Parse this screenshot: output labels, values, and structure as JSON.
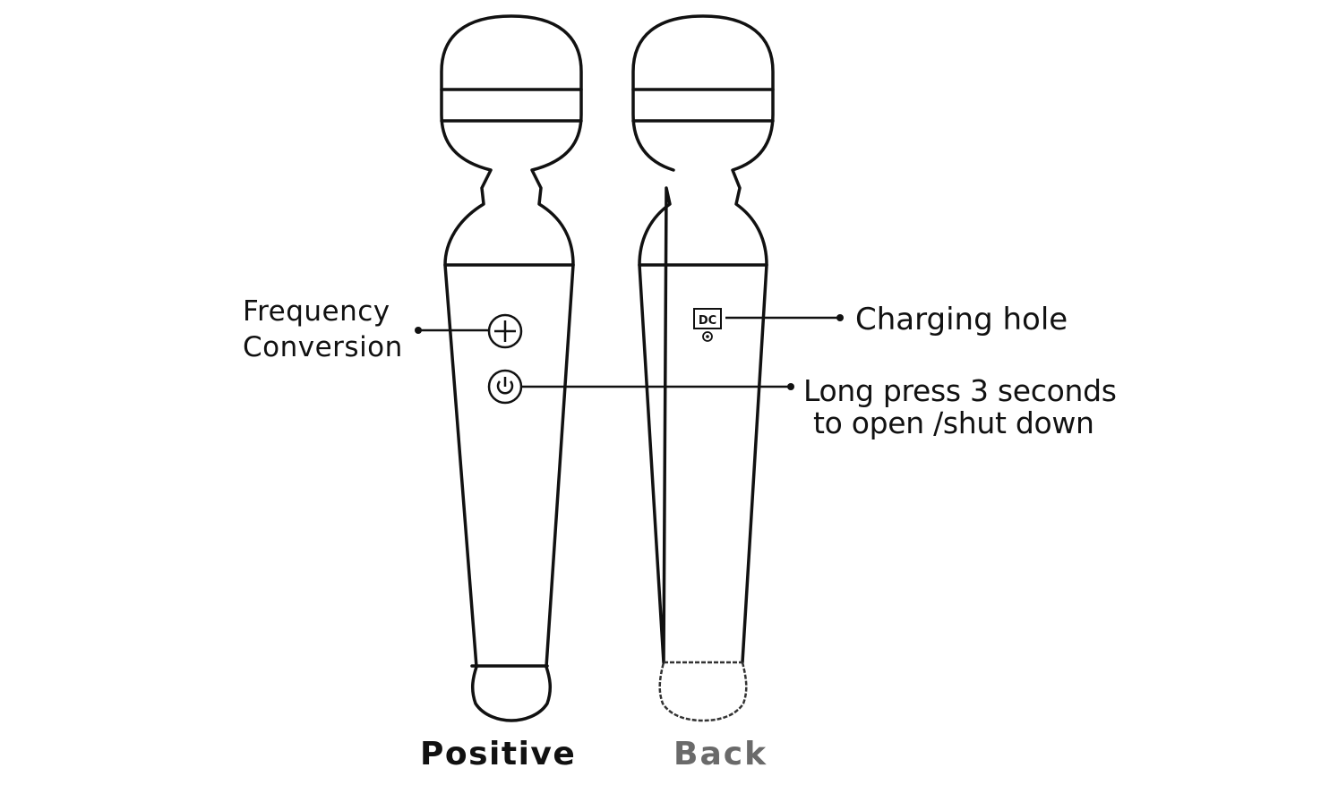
{
  "labels": {
    "frequency_line1": "Frequency",
    "frequency_line2": "Conversion",
    "charging": "Charging hole",
    "long_press_line1": "Long press 3 seconds",
    "long_press_line2": "to open /shut down",
    "front_view": "Positive",
    "back_view": "Back",
    "dc_port": "DC"
  },
  "icons": {
    "plus_button": "plus-circle-icon",
    "power_button": "power-icon",
    "dc_jack": "dc-port-icon"
  },
  "colors": {
    "ink": "#111111",
    "faded_ink": "#6a6a6a",
    "background": "#ffffff"
  }
}
